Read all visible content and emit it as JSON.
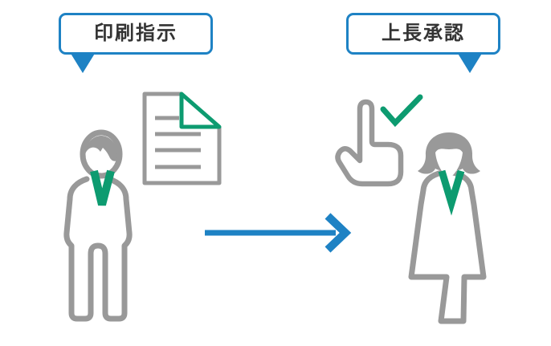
{
  "colors": {
    "accent_blue": "#1e82c4",
    "accent_green": "#0d9b70",
    "figure_gray": "#999999",
    "text_dark": "#333333",
    "background": "#ffffff"
  },
  "callouts": {
    "left": {
      "text": "印刷指示"
    },
    "right": {
      "text": "上長承認"
    }
  },
  "icons": {
    "left_figure": "man-standing",
    "document": "document-with-folded-corner",
    "flow": "right-arrow",
    "approval_hand": "pointing-hand",
    "approval_check": "checkmark",
    "right_figure": "woman-standing"
  }
}
